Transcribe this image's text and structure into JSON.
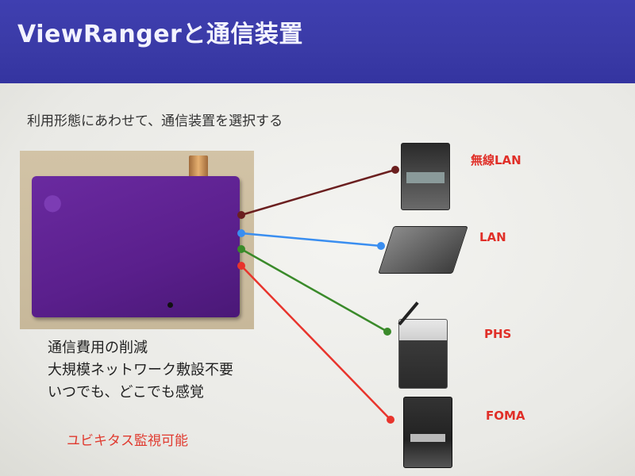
{
  "slide": {
    "title": "ViewRangerと通信装置",
    "subtitle": "利用形態にあわせて、通信装置を選択する",
    "benefits": [
      "通信費用の削減",
      "大規模ネットワーク敷設不要",
      "いつでも、どこでも感覚"
    ],
    "highlight": "ユビキタス監視可能"
  },
  "connections": [
    {
      "label": "無線LAN",
      "color": "#6b1f1f"
    },
    {
      "label": "LAN",
      "color": "#3a8ef0"
    },
    {
      "label": "PHS",
      "color": "#3a8a2a"
    },
    {
      "label": "FOMA",
      "color": "#e8342c"
    }
  ]
}
